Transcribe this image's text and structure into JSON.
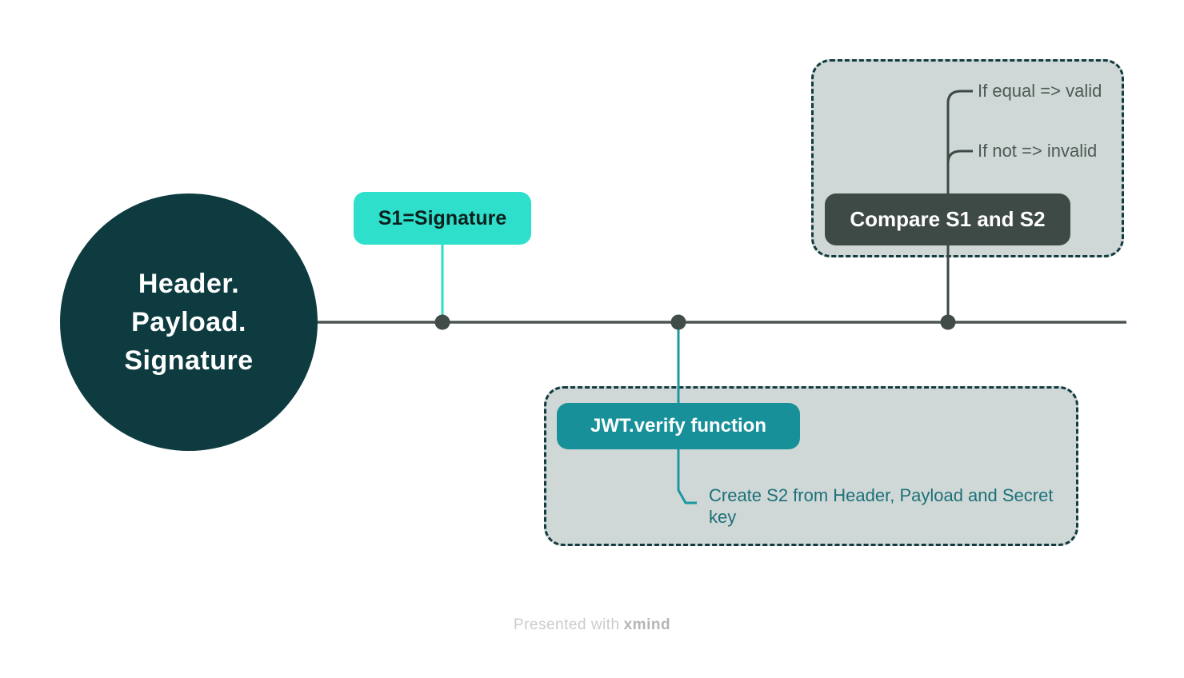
{
  "diagram": {
    "root": {
      "line1": "Header.",
      "line2": "Payload.",
      "line3": "Signature"
    },
    "s1_topic": {
      "label": "S1=Signature"
    },
    "jwt_group": {
      "topic": "JWT.verify function",
      "subtopic": "Create S2 from Header, Payload and Secret key"
    },
    "compare_group": {
      "topic": "Compare S1 and S2",
      "branch_valid": "If equal => valid",
      "branch_invalid": "If not => invalid"
    }
  },
  "watermark": {
    "prefix": "Presented with",
    "brand": "xmind"
  },
  "colors": {
    "root_fill": "#0d3b40",
    "accent_bright_teal": "#2ee0cb",
    "accent_teal": "#17909a",
    "dark_slate_box": "#3e4a45",
    "group_fill": "#cfd8d6",
    "group_border": "#123c40",
    "timeline_line": "#4b5551",
    "timeline_dot": "#414c49",
    "subtopic_text": "#1c7078",
    "branch_text": "#4e5a55"
  }
}
